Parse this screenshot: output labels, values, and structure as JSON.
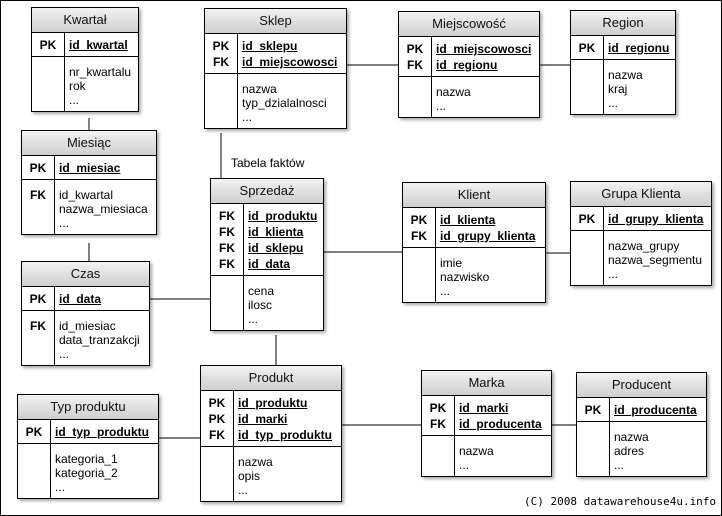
{
  "diagram": {
    "fact_label": "Tabela faktów",
    "copyright": "(C) 2008 datawarehouse4u.info"
  },
  "entities": {
    "kwartal": {
      "title": "Kwartał",
      "keys": [
        {
          "type": "PK",
          "name": "id_kwartal"
        }
      ],
      "attrs": [
        {
          "type": "",
          "name": "nr_kwartalu"
        },
        {
          "type": "",
          "name": "rok"
        },
        {
          "type": "",
          "name": "..."
        }
      ]
    },
    "miesiac": {
      "title": "Miesiąc",
      "keys": [
        {
          "type": "PK",
          "name": "id_miesiac"
        }
      ],
      "attrs": [
        {
          "type": "FK",
          "name": "id_kwartal"
        },
        {
          "type": "",
          "name": "nazwa_miesiaca"
        },
        {
          "type": "",
          "name": "..."
        }
      ]
    },
    "czas": {
      "title": "Czas",
      "keys": [
        {
          "type": "PK",
          "name": "id_data"
        }
      ],
      "attrs": [
        {
          "type": "FK",
          "name": "id_miesiac"
        },
        {
          "type": "",
          "name": "data_tranzakcji"
        },
        {
          "type": "",
          "name": "..."
        }
      ]
    },
    "typ_produktu": {
      "title": "Typ produktu",
      "keys": [
        {
          "type": "PK",
          "name": "id_typ_produktu"
        }
      ],
      "attrs": [
        {
          "type": "",
          "name": "kategoria_1"
        },
        {
          "type": "",
          "name": "kategoria_2"
        },
        {
          "type": "",
          "name": "..."
        }
      ]
    },
    "sklep": {
      "title": "Sklep",
      "keys": [
        {
          "type": "PK",
          "name": "id_sklepu"
        },
        {
          "type": "FK",
          "name": "id_miejscowosci"
        }
      ],
      "attrs": [
        {
          "type": "",
          "name": "nazwa"
        },
        {
          "type": "",
          "name": "typ_dzialalnosci"
        },
        {
          "type": "",
          "name": "..."
        }
      ]
    },
    "sprzedaz": {
      "title": "Sprzedaż",
      "keys": [
        {
          "type": "FK",
          "name": "id_produktu"
        },
        {
          "type": "FK",
          "name": "id_klienta"
        },
        {
          "type": "FK",
          "name": "id_sklepu"
        },
        {
          "type": "FK",
          "name": "id_data"
        }
      ],
      "attrs": [
        {
          "type": "",
          "name": "cena"
        },
        {
          "type": "",
          "name": "ilosc"
        },
        {
          "type": "",
          "name": "..."
        }
      ]
    },
    "produkt": {
      "title": "Produkt",
      "keys": [
        {
          "type": "PK",
          "name": "id_produktu"
        },
        {
          "type": "PK",
          "name": "id_marki"
        },
        {
          "type": "FK",
          "name": "id_typ_produktu"
        }
      ],
      "attrs": [
        {
          "type": "",
          "name": "nazwa"
        },
        {
          "type": "",
          "name": "opis"
        },
        {
          "type": "",
          "name": "..."
        }
      ]
    },
    "miejscowosc": {
      "title": "Miejscowość",
      "keys": [
        {
          "type": "PK",
          "name": "id_miejscowosci"
        },
        {
          "type": "FK",
          "name": "id_regionu"
        }
      ],
      "attrs": [
        {
          "type": "",
          "name": "nazwa"
        },
        {
          "type": "",
          "name": "..."
        }
      ]
    },
    "region": {
      "title": "Region",
      "keys": [
        {
          "type": "PK",
          "name": "id_regionu"
        }
      ],
      "attrs": [
        {
          "type": "",
          "name": "nazwa"
        },
        {
          "type": "",
          "name": "kraj"
        },
        {
          "type": "",
          "name": "..."
        }
      ]
    },
    "klient": {
      "title": "Klient",
      "keys": [
        {
          "type": "PK",
          "name": "id_klienta"
        },
        {
          "type": "FK",
          "name": "id_grupy_klienta"
        }
      ],
      "attrs": [
        {
          "type": "",
          "name": "imie"
        },
        {
          "type": "",
          "name": "nazwisko"
        },
        {
          "type": "",
          "name": "..."
        }
      ]
    },
    "grupa_klienta": {
      "title": "Grupa Klienta",
      "keys": [
        {
          "type": "PK",
          "name": "id_grupy_klienta"
        }
      ],
      "attrs": [
        {
          "type": "",
          "name": "nazwa_grupy"
        },
        {
          "type": "",
          "name": "nazwa_segmentu"
        },
        {
          "type": "",
          "name": "..."
        }
      ]
    },
    "marka": {
      "title": "Marka",
      "keys": [
        {
          "type": "PK",
          "name": "id_marki"
        },
        {
          "type": "FK",
          "name": "id_producenta"
        }
      ],
      "attrs": [
        {
          "type": "",
          "name": "nazwa"
        },
        {
          "type": "",
          "name": "..."
        }
      ]
    },
    "producent": {
      "title": "Producent",
      "keys": [
        {
          "type": "PK",
          "name": "id_producenta"
        }
      ],
      "attrs": [
        {
          "type": "",
          "name": "nazwa"
        },
        {
          "type": "",
          "name": "adres"
        },
        {
          "type": "",
          "name": "..."
        }
      ]
    }
  }
}
